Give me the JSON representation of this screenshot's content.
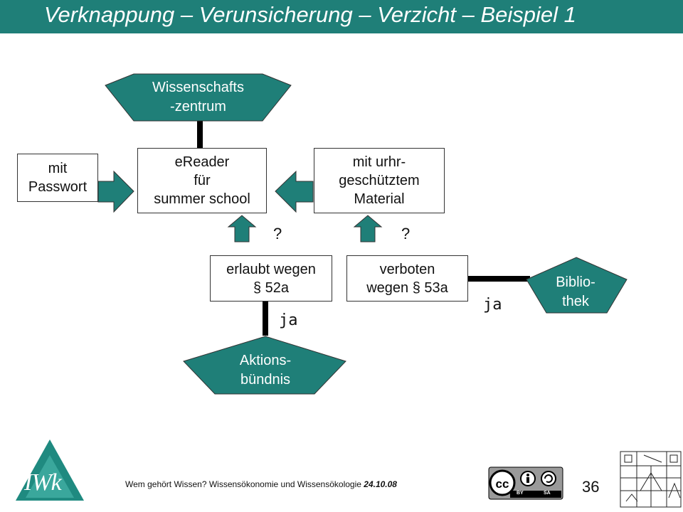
{
  "slide": {
    "title": "Verknappung – Verunsicherung – Verzicht – Beispiel 1",
    "page_number": "36"
  },
  "diagram": {
    "wissenschaftszentrum": "Wissenschafts\n-zentrum",
    "ereader": "eReader\nfür\nsummer school",
    "passwort": "mit\nPasswort",
    "material": "mit urhr-\ngeschütztem\nMaterial",
    "erlaubt": "erlaubt wegen\n§ 52a",
    "verboten": "verboten\nwegen § 53a",
    "aktionsbuendnis": "Aktions-\nbündnis",
    "bibliothek": "Biblio-\nthek",
    "question_left": "?",
    "question_right": "?",
    "ja_left": "ja",
    "ja_right": "ja"
  },
  "footer": {
    "text": "Wem gehört Wissen? Wissensökonomie und Wissensökologie",
    "date": "24.10.08",
    "logo_text": "IWk",
    "license_by": "BY",
    "license_sa": "SA"
  },
  "colors": {
    "teal": "#1f7f78",
    "title_text": "#ffffff"
  }
}
